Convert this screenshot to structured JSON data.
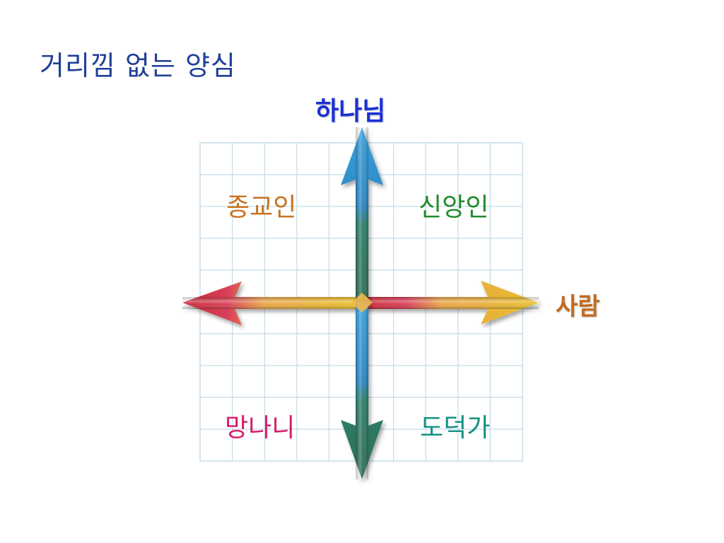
{
  "title": "거리낌 없는 양심",
  "axes": {
    "vertical": {
      "label": "하나님",
      "up_color": "#2a93cf",
      "down_color": "#2f7e5e"
    },
    "horizontal": {
      "label": "사람",
      "left_color": "#c9303b",
      "right_color": "#e7b52a"
    }
  },
  "quadrants": {
    "top_left": {
      "label": "종교인",
      "color": "#c8721f"
    },
    "top_right": {
      "label": "신앙인",
      "color": "#1e8a2a"
    },
    "bottom_left": {
      "label": "망나니",
      "color": "#d81b6a"
    },
    "bottom_right": {
      "label": "도덕가",
      "color": "#139083"
    }
  },
  "grid": {
    "line_color": "#c4dce8",
    "cols": 10,
    "rows": 10
  }
}
